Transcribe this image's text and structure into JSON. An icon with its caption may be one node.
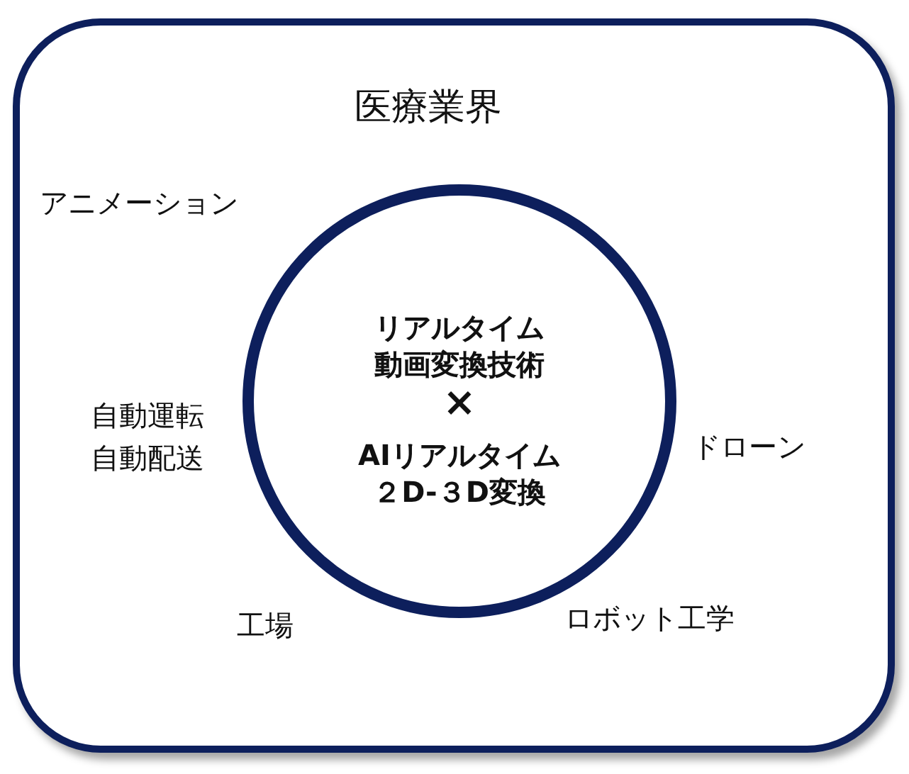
{
  "diagram": {
    "nodes": [
      {
        "text": [],
        "shape": "box"
      },
      {
        "text": [
          "リアルタイム動画変換技術",
          "×",
          "AIリアルタイム２D-３D変換"
        ],
        "in": 0
      }
    ],
    "edges": [],
    "labels": [
      "医療業界",
      "アニメーション",
      "自動運転",
      "自動配送",
      "ドローン",
      "工場",
      "ロボット工学"
    ]
  }
}
